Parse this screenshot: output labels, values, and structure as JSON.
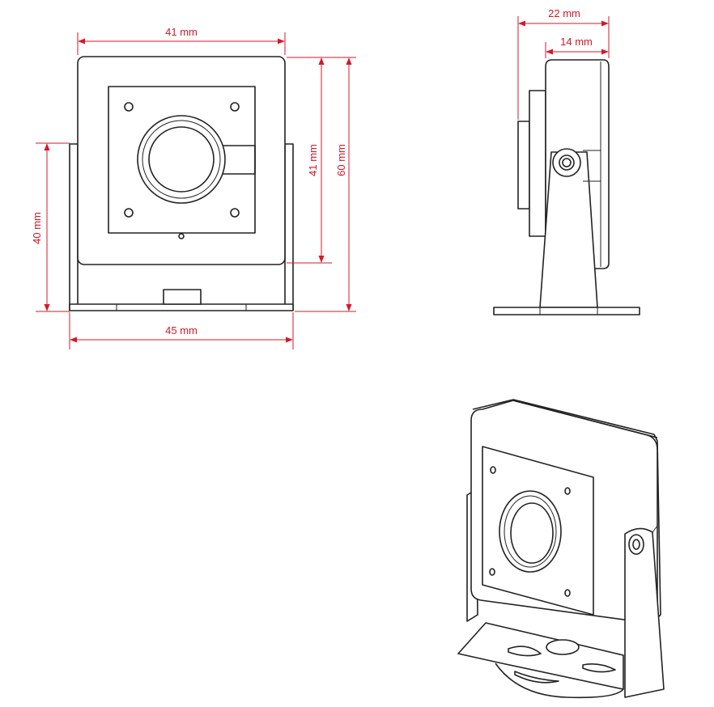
{
  "front_view": {
    "top_width": "41 mm",
    "body_height": "41 mm",
    "total_height": "60 mm",
    "bracket_height": "40 mm",
    "base_width": "45 mm"
  },
  "side_view": {
    "total_depth": "22 mm",
    "body_depth": "14 mm"
  },
  "colors": {
    "dimension": "#d4192b",
    "outline": "#222222",
    "background": "#ffffff"
  }
}
